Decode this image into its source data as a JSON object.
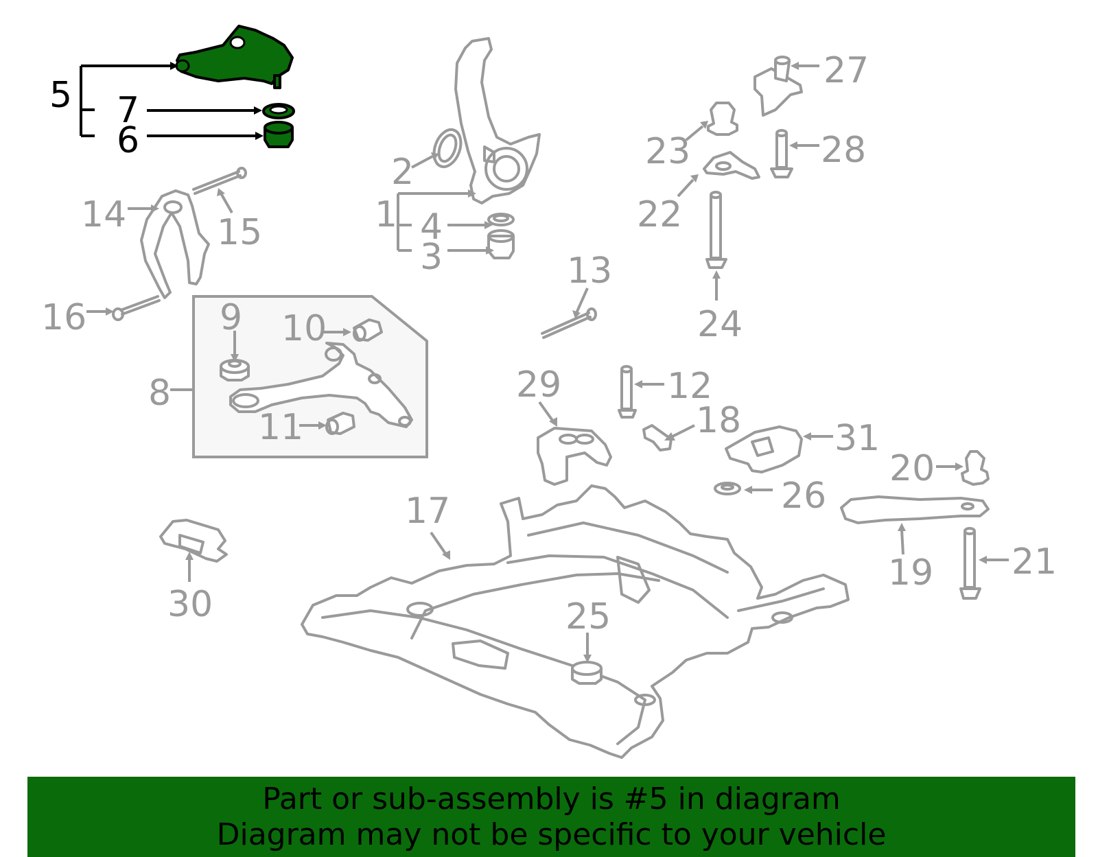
{
  "colors": {
    "highlight": "#0a6b0a",
    "outline": "#9a9a9a",
    "banner_bg": "#0a6b0a",
    "banner_text": "#000000"
  },
  "highlighted_callout": "5",
  "callouts": {
    "c1": "1",
    "c2": "2",
    "c3": "3",
    "c4": "4",
    "c5": "5",
    "c6": "6",
    "c7": "7",
    "c8": "8",
    "c9": "9",
    "c10": "10",
    "c11": "11",
    "c12": "12",
    "c13": "13",
    "c14": "14",
    "c15": "15",
    "c16": "16",
    "c17": "17",
    "c18": "18",
    "c19": "19",
    "c20": "20",
    "c21": "21",
    "c22": "22",
    "c23": "23",
    "c24": "24",
    "c25": "25",
    "c26": "26",
    "c27": "27",
    "c28": "28",
    "c29": "29",
    "c30": "30",
    "c31": "31"
  },
  "banner": {
    "line1": "Part or sub-assembly is #5 in diagram",
    "line2": "Diagram may not be specific to your vehicle"
  }
}
